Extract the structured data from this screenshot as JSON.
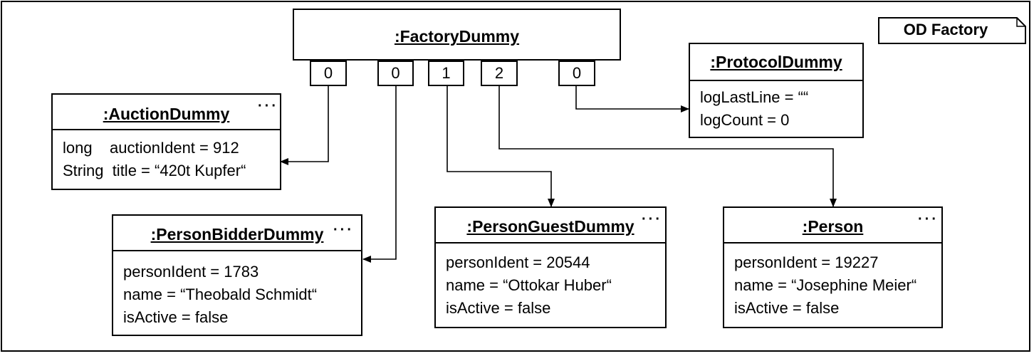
{
  "diagram": {
    "note_label": "OD Factory",
    "factory": {
      "title": ":FactoryDummy",
      "slots": [
        "0",
        "0",
        "1",
        "2",
        "0"
      ]
    },
    "more_indicator": "···",
    "objects": {
      "auction": {
        "title": ":AuctionDummy",
        "attributes": [
          "long    auctionIdent = 912",
          "String  title = “420t Kupfer“"
        ]
      },
      "protocol": {
        "title": ":ProtocolDummy",
        "attributes": [
          "logLastLine = ““",
          "logCount = 0"
        ]
      },
      "bidder": {
        "title": ":PersonBidderDummy",
        "attributes": [
          "personIdent = 1783",
          "name = “Theobald Schmidt“",
          "isActive = false"
        ]
      },
      "guest": {
        "title": ":PersonGuestDummy",
        "attributes": [
          "personIdent = 20544",
          "name = “Ottokar Huber“",
          "isActive = false"
        ]
      },
      "person": {
        "title": ":Person",
        "attributes": [
          "personIdent = 19227",
          "name = “Josephine Meier“",
          "isActive = false"
        ]
      }
    }
  }
}
